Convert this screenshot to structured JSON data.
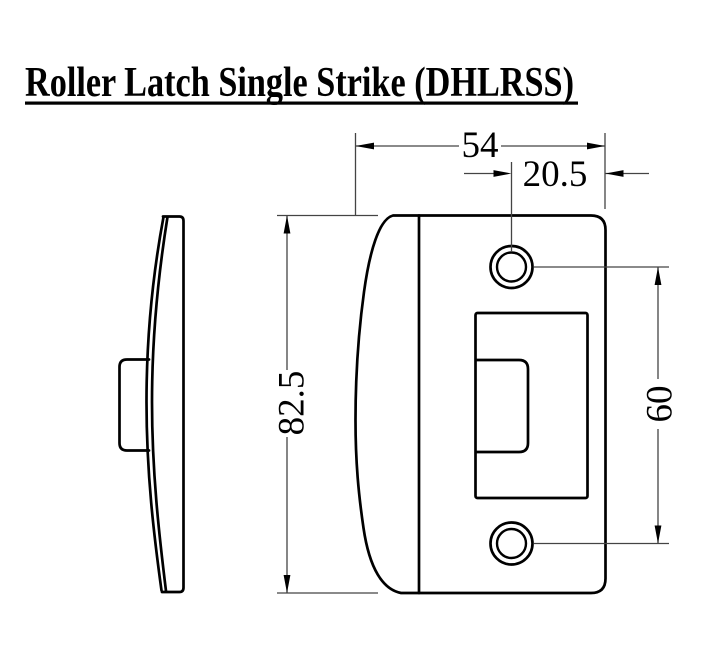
{
  "title": "Roller Latch Single Strike (DHLRSS)",
  "drawing": {
    "type": "technical-dimension-drawing",
    "views": [
      {
        "id": "side",
        "label": "side profile view of curved strike plate with latch tab"
      },
      {
        "id": "front",
        "label": "front face view with two screw holes and latch cutout"
      }
    ],
    "dimensions": {
      "overall_width": "54",
      "hole_to_edge": "20.5",
      "overall_height": "82.5",
      "hole_spacing": "60"
    }
  },
  "colors": {
    "background": "#ffffff",
    "object_line": "#000000",
    "dimension_line": "#444444",
    "text": "#000000"
  }
}
